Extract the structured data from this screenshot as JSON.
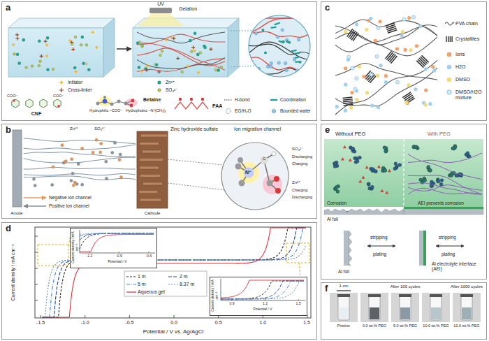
{
  "diagram": {
    "nodes": [
      {
        "text": [
          "a"
        ]
      },
      {
        "text": [
          "b"
        ]
      },
      {
        "text": [
          "c"
        ]
      },
      {
        "text": [
          "d"
        ]
      },
      {
        "text": [
          "Current density / mA cm⁻²",
          "-1.2",
          "-0.9",
          "-0.6",
          "Potential / V"
        ],
        "in": 3
      },
      {
        "text": [
          "Current density / mA cm⁻²",
          "0.9",
          "1.2",
          "1.5",
          "Potential / V"
        ],
        "in": 3
      },
      {
        "text": [
          "e"
        ]
      },
      {
        "text": [
          "f"
        ]
      }
    ],
    "labels": [
      "UV",
      "Gelation",
      "COO⁻",
      "COO⁻",
      "CNF",
      "Betaine",
      "Hydrophilic –COO⁻",
      "Hydrophobic –N⁺[CH₃]₃",
      "PAA",
      "Zn²⁺",
      "SO₄²⁻",
      "Zinc hydroxide sulfate",
      "Ion migration channel",
      "Negative ion channel",
      "Positive ion channel",
      "Anode",
      "Cathode",
      "N⁺",
      "C",
      "SO₄²⁻",
      "Discharging",
      "Charging",
      "Zn²⁺",
      "Charging",
      "Discharging",
      "Current density / mA cm⁻²",
      "-1.5",
      "-1.0",
      "-0.5",
      "0.0",
      "0.5",
      "1.0",
      "1.5",
      "Potential / V vs. Ag/AgCl",
      "Without PEG",
      "With PEG",
      "Corrosion",
      "AEI prevents corrosion",
      "Al foil",
      "stripping",
      "plating",
      "Al foil",
      "stripping",
      "plating",
      "Al electrolyte interface (AEI)",
      "1 cm",
      "After 100 cycles",
      "After 1000 cycles",
      "Pristine",
      "0.0 wt.% PEG",
      "5.0 wt.% PEG",
      "10.0 wt.% PEG",
      "10.0 wt.% PEG"
    ],
    "legend": [
      {
        "text": "Initiator"
      },
      {
        "text": "Zn²⁺"
      },
      {
        "text": "Cross-linker"
      },
      {
        "text": "SO₄²⁻"
      },
      {
        "text": "H-bond"
      },
      {
        "text": "Coordination"
      },
      {
        "text": "EG/H₂O"
      },
      {
        "text": "Bounded water"
      },
      {
        "text": "PVA chain"
      },
      {
        "text": "Crystallites"
      },
      {
        "text": "Ions"
      },
      {
        "text": "H2O"
      },
      {
        "text": "DMSO"
      },
      {
        "text": "DMSO/H2O mixture"
      },
      {
        "text": "1 m"
      },
      {
        "text": "2 m"
      },
      {
        "text": "5 m"
      },
      {
        "text": "8.37 m"
      },
      {
        "text": "Aqueous gel"
      }
    ]
  }
}
